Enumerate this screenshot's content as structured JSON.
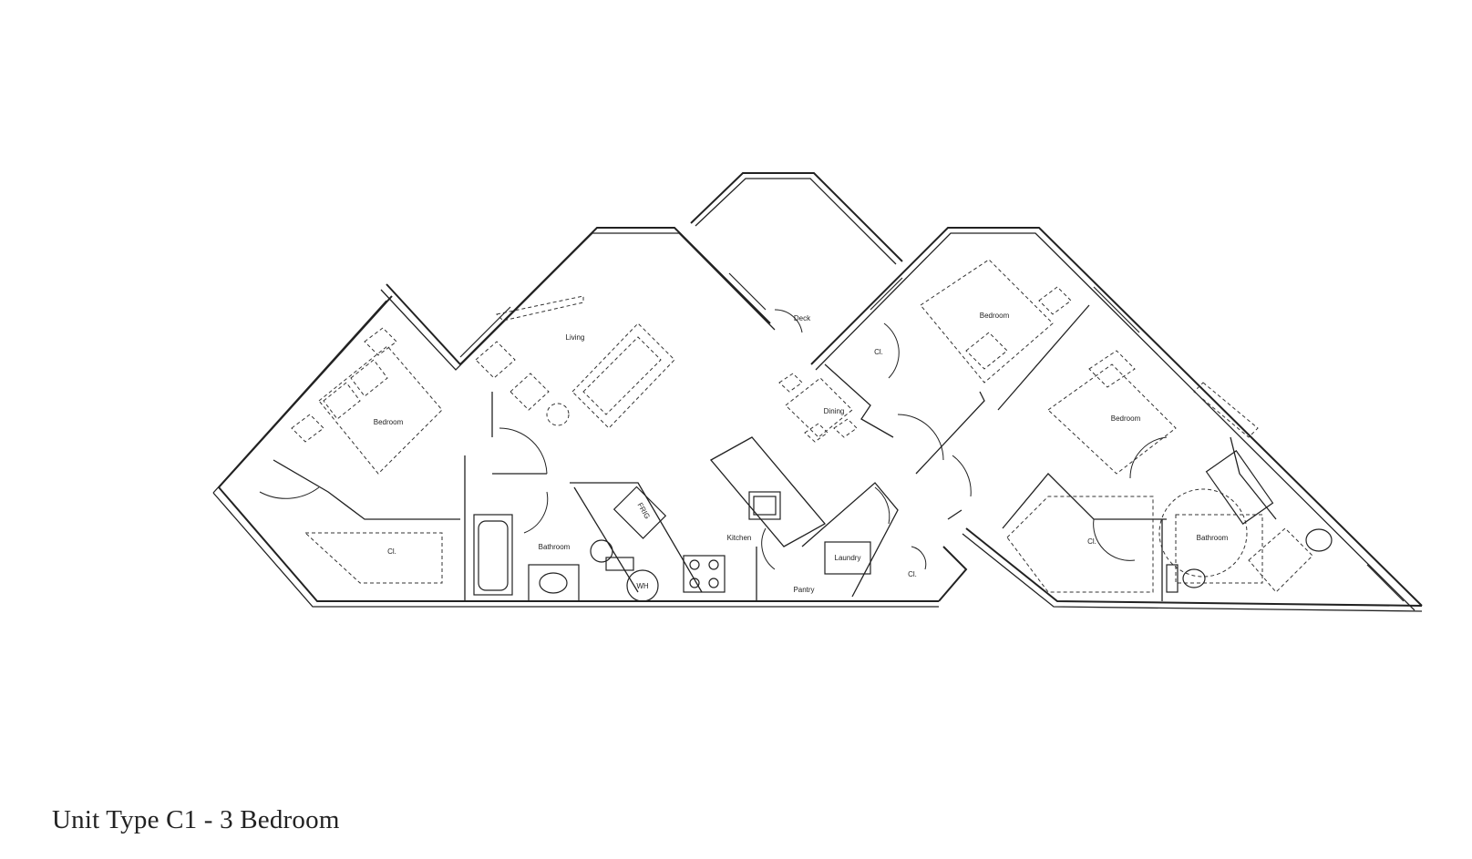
{
  "caption": "Unit Type C1 - 3 Bedroom",
  "rooms": {
    "living": "Living",
    "bedroom_left": "Bedroom",
    "closet_left": "Cl.",
    "bathroom_main": "Bathroom",
    "fridge": "FRIG",
    "water_heater": "WH",
    "kitchen": "Kitchen",
    "pantry": "Pantry",
    "laundry": "Laundry",
    "closet_hall": "Cl.",
    "deck": "Deck",
    "closet_deck": "Cl.",
    "dining": "Dining",
    "bedroom_top": "Bedroom",
    "bedroom_right": "Bedroom",
    "closet_right": "Cl.",
    "bathroom_right": "Bathroom"
  }
}
